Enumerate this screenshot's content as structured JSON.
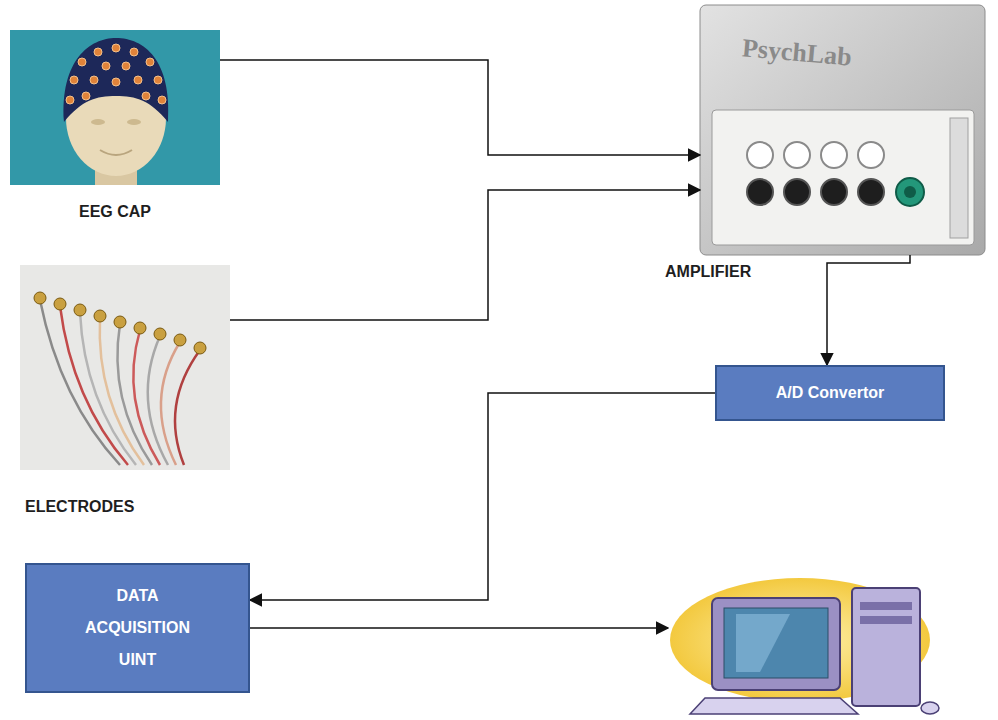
{
  "diagram": {
    "nodes": [
      {
        "text": [
          "EEG CAP"
        ]
      },
      {
        "text": [
          "AMPLIFIER"
        ]
      },
      {
        "text": [
          "ELECTRODES"
        ]
      },
      {
        "text": [
          "A/D Convertor"
        ]
      },
      {
        "text": [
          "DATA ACQUISITION UINT"
        ]
      }
    ],
    "edges": [
      {
        "from": 0,
        "to": 1,
        "arrow": "to"
      },
      {
        "from": 2,
        "to": 1,
        "arrow": "to"
      },
      {
        "from": 1,
        "to": 3,
        "arrow": "to"
      },
      {
        "from": 3,
        "to": 4,
        "arrow": "to"
      }
    ],
    "labels": [
      "PsychLab"
    ]
  }
}
